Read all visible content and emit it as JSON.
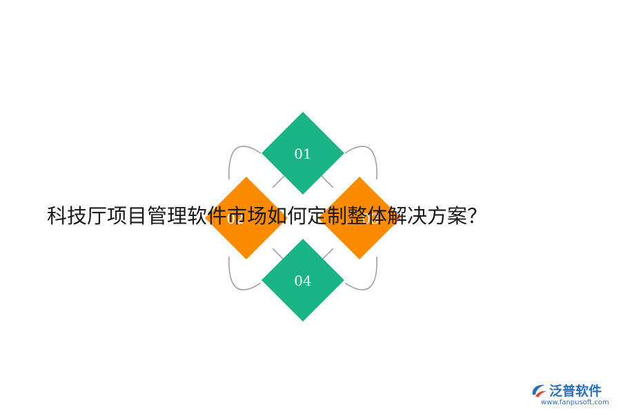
{
  "title": "科技厅项目管理软件市场如何定制整体解决方案？",
  "items": [
    {
      "label": "01",
      "color": "#1ab385"
    },
    {
      "label": "02",
      "color": "#fb8c00"
    },
    {
      "label": "03",
      "color": "#fb8c00"
    },
    {
      "label": "04",
      "color": "#1ab385"
    }
  ],
  "logo": {
    "name": "泛普软件",
    "url": "www.fanpusoft.com"
  },
  "colors": {
    "teal": "#1ab385",
    "orange": "#fb8c00",
    "ring": "#9a9a9a",
    "brand": "#2b6fb6"
  }
}
